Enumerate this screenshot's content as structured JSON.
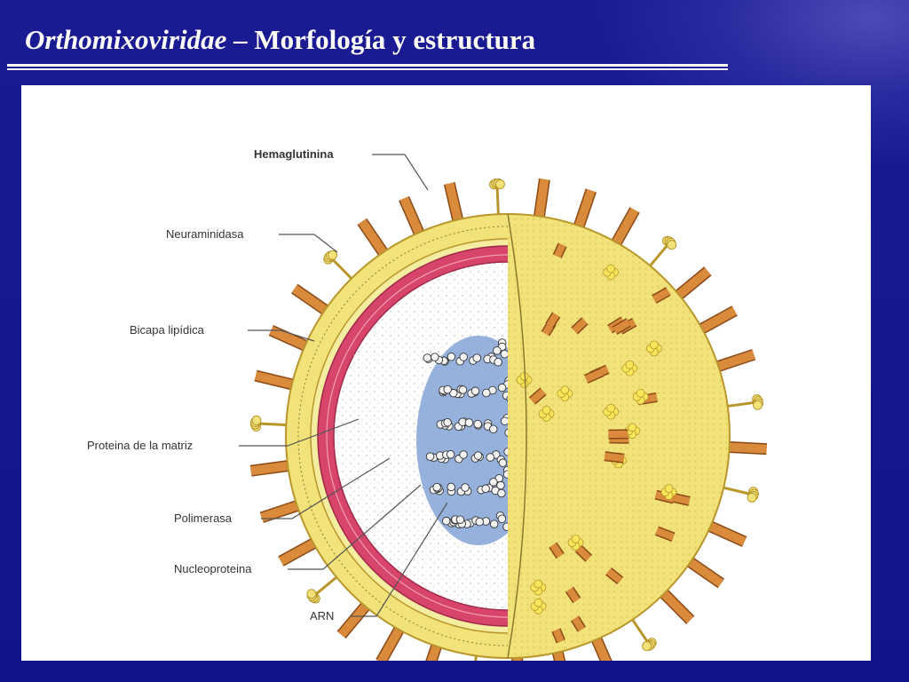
{
  "slide": {
    "title_italic": "Orthomixoviridae",
    "title_rest": " – Morfología y estructura"
  },
  "diagram": {
    "labels": {
      "hemaglutinina": "Hemaglutinina",
      "neuraminidasa": "Neuraminidasa",
      "bicapa": "Bicapa lipídica",
      "proteina_matriz": "Proteina de la matriz",
      "polimerasa": "Polimerasa",
      "nucleoproteina": "Nucleoproteina",
      "arn": "ARN"
    },
    "colors": {
      "spike": "#d98a3a",
      "envelope": "#f2e27a",
      "matrix": "#d8456a",
      "rna": "#8aa8d8",
      "background": "#15158a"
    }
  }
}
